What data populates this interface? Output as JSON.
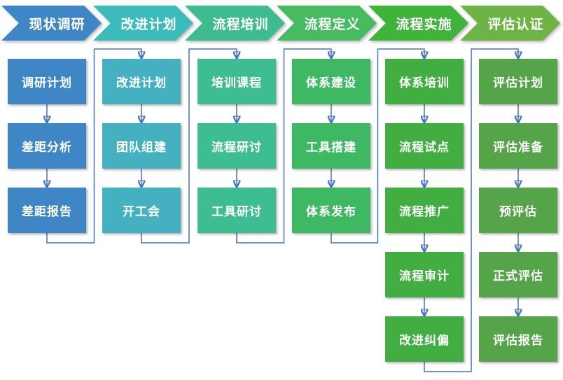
{
  "background_color": "#FFFFFF",
  "connector_color": "#4472C4",
  "text_color": "#FFFFFF",
  "columns": [
    {
      "header": "现状调研",
      "chevron_color": "#3E86C6",
      "box_color": "#3E86C6",
      "boxes": [
        "调研计划",
        "差距分析",
        "差距报告"
      ]
    },
    {
      "header": "改进计划",
      "chevron_color": "#3BBCBB",
      "box_color": "#45B1C0",
      "boxes": [
        "改进计划",
        "团队组建",
        "开工会"
      ]
    },
    {
      "header": "流程培训",
      "chevron_color": "#3EBC8F",
      "box_color": "#3FBD92",
      "boxes": [
        "培训课程",
        "流程研讨",
        "工具研讨"
      ]
    },
    {
      "header": "流程定义",
      "chevron_color": "#47BB5F",
      "box_color": "#3FB863",
      "boxes": [
        "体系建设",
        "工具搭建",
        "体系发布"
      ]
    },
    {
      "header": "流程实施",
      "chevron_color": "#40B33B",
      "box_color": "#42AE42",
      "boxes": [
        "体系培训",
        "流程试点",
        "流程推广",
        "流程审计",
        "改进纠偏"
      ]
    },
    {
      "header": "评估认证",
      "chevron_color": "#6DB445",
      "box_color": "#55A449",
      "boxes": [
        "评估计划",
        "评估准备",
        "预评估",
        "正式评估",
        "评估报告"
      ]
    }
  ]
}
